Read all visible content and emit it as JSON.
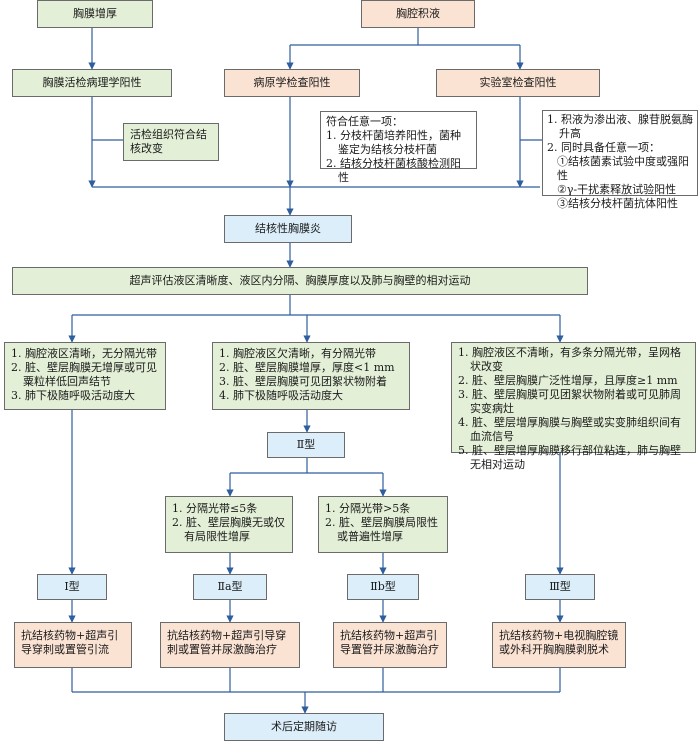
{
  "top_left": "胸膜增厚",
  "top_right": "胸腔积液",
  "pathology_biopsy": "胸膜活检病理学阳性",
  "biopsy_note": "活检组织符合结核改变",
  "pathogen_positive": "病原学检查阳性",
  "lab_positive": "实验室检查阳性",
  "pathogen_criteria": {
    "title": "符合任意一项：",
    "items": [
      "1. 分枝杆菌培养阳性，菌种鉴定为结核分枝杆菌",
      "2. 结核分枝杆菌核酸检测阳性"
    ]
  },
  "lab_criteria": {
    "items": [
      "1. 积液为渗出液、腺苷脱氨酶升高",
      "2. 同时具备任意一项："
    ],
    "subitems": [
      "①结核菌素试验中度或强阳性",
      "②γ-干扰素释放试验阳性",
      "③结核分枝杆菌抗体阳性"
    ]
  },
  "diagnosis": "结核性胸膜炎",
  "ultrasound": "超声评估液区清晰度、液区内分隔、胸膜厚度以及肺与胸壁的相对运动",
  "criteria_type1": [
    "1. 胸腔液区清晰，无分隔光带",
    "2. 脏、壁层胸膜无增厚或可见粟粒样低回声结节",
    "3. 肺下极随呼吸活动度大"
  ],
  "criteria_type2": [
    "1. 胸腔液区欠清晰，有分隔光带",
    "2. 脏、壁层胸膜增厚，厚度<1 mm",
    "3. 脏、壁层胸膜可见团絮状物附着",
    "4. 肺下极随呼吸活动度大"
  ],
  "criteria_type3": [
    "1. 胸腔液区不清晰，有多条分隔光带，呈网格状改变",
    "2. 脏、壁层胸膜广泛性增厚，且厚度≥1 mm",
    "3. 脏、壁层胸膜可见团絮状物附着或可见肺周实变病灶",
    "4. 脏、壁层增厚胸膜与胸壁或实变肺组织间有血流信号",
    "5. 脏、壁层增厚胸膜移行部位粘连，肺与胸壁无相对运动"
  ],
  "type2_label": "Ⅱ型",
  "criteria_type2a": [
    "1. 分隔光带≤5条",
    "2. 脏、壁层胸膜无或仅有局限性增厚"
  ],
  "criteria_type2b": [
    "1. 分隔光带>5条",
    "2. 脏、壁层胸膜局限性或普遍性增厚"
  ],
  "type_labels": [
    "Ⅰ型",
    "Ⅱa型",
    "Ⅱb型",
    "Ⅲ型"
  ],
  "treatments": [
    "抗结核药物+超声引导穿刺或置管引流",
    "抗结核药物+超声引导穿刺或置管并尿激酶治疗",
    "抗结核药物+超声引导置管并尿激酶治疗",
    "抗结核药物+电视胸腔镜或外科开胸胸膜剥脱术"
  ],
  "followup": "术后定期随访",
  "colors": {
    "green": "#e3efd6",
    "peach": "#fbe3d4",
    "blue": "#dbeefa",
    "line": "#2e5e9e"
  }
}
